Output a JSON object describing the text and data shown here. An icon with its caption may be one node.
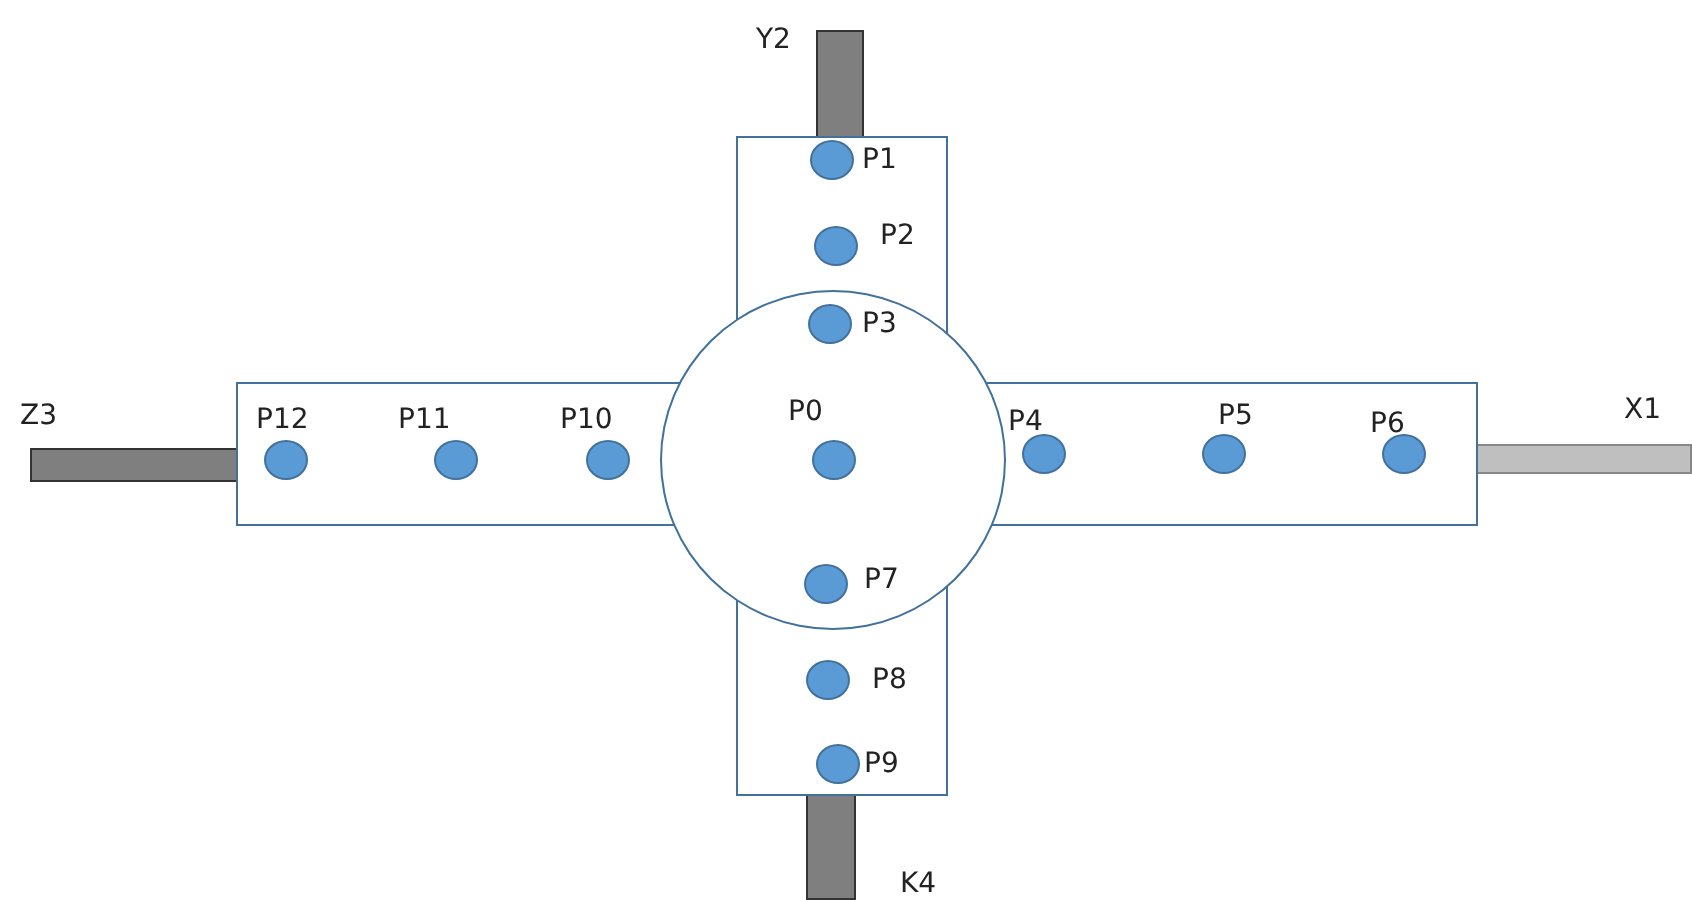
{
  "diagram": {
    "nodes": [
      {
        "text": [],
        "shape": "circle",
        "beside": [
          "P1"
        ]
      },
      {
        "text": [],
        "shape": "circle",
        "beside": [
          "P2"
        ]
      },
      {
        "text": [],
        "shape": "circle",
        "beside": [
          "P3"
        ]
      },
      {
        "text": [],
        "shape": "circle",
        "beside": [
          "P12"
        ]
      },
      {
        "text": [],
        "shape": "circle",
        "beside": [
          "P11"
        ]
      },
      {
        "text": [],
        "shape": "circle",
        "beside": [
          "P10"
        ]
      },
      {
        "text": [],
        "shape": "circle",
        "beside": [
          "P0"
        ]
      },
      {
        "text": [],
        "shape": "circle",
        "beside": [
          "P4"
        ]
      },
      {
        "text": [],
        "shape": "circle",
        "beside": [
          "P5"
        ]
      },
      {
        "text": [],
        "shape": "circle",
        "beside": [
          "P6"
        ]
      },
      {
        "text": [],
        "shape": "circle",
        "beside": [
          "P7"
        ]
      },
      {
        "text": [],
        "shape": "circle",
        "beside": [
          "P8"
        ]
      },
      {
        "text": [],
        "shape": "circle",
        "beside": [
          "P9"
        ]
      }
    ],
    "labels": [
      "Y2",
      "Z3",
      "X1",
      "K4"
    ]
  }
}
